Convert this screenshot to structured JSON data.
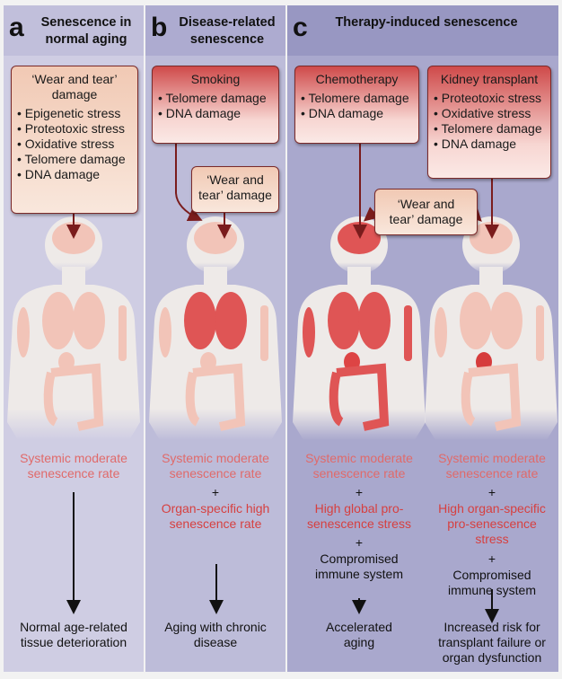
{
  "panels": [
    {
      "letter": "a",
      "title": "Senescence in normal aging"
    },
    {
      "letter": "b",
      "title": "Disease-related senescence"
    },
    {
      "letter": "c",
      "title": "Therapy-induced senescence"
    }
  ],
  "boxes": {
    "a_wear": {
      "title": "‘Wear and tear’ damage",
      "items": [
        "Epigenetic stress",
        "Proteotoxic stress",
        "Oxidative stress",
        "Telomere damage",
        "DNA damage"
      ]
    },
    "b_smoking": {
      "title": "Smoking",
      "items": [
        "Telomere damage",
        "DNA damage"
      ]
    },
    "b_wear": {
      "title": "‘Wear and tear’ damage"
    },
    "c_chemo": {
      "title": "Chemotherapy",
      "items": [
        "Telomere damage",
        "DNA damage"
      ]
    },
    "c_kidney": {
      "title": "Kidney transplant",
      "items": [
        "Proteotoxic stress",
        "Oxidative stress",
        "Telomere damage",
        "DNA damage"
      ]
    },
    "c_wear": {
      "title": "‘Wear and tear’ damage"
    }
  },
  "outcomes": {
    "a": {
      "systemic": "Systemic moderate senescence rate",
      "result": "Normal age-related tissue deterioration"
    },
    "b": {
      "systemic": "Systemic moderate senescence rate",
      "plus1": "+",
      "extra": "Organ-specific high senescence rate",
      "result": "Aging with chronic disease"
    },
    "c1": {
      "systemic": "Systemic moderate senescence rate",
      "plus1": "+",
      "extra": "High global pro-senescence stress",
      "plus2": "+",
      "immune": "Compromised immune system",
      "result": "Accelerated aging"
    },
    "c2": {
      "systemic": "Systemic moderate senescence rate",
      "plus1": "+",
      "extra": "High organ-specific pro-senescence stress",
      "plus2": "+",
      "immune": "Compromised immune system",
      "result": "Increased risk for transplant failure or organ dysfunction"
    }
  },
  "colors": {
    "arrow": "#7a1c1c",
    "organ_pale": "#f2c4b8",
    "organ_red": "#df5555",
    "body": "#eeeae8"
  }
}
